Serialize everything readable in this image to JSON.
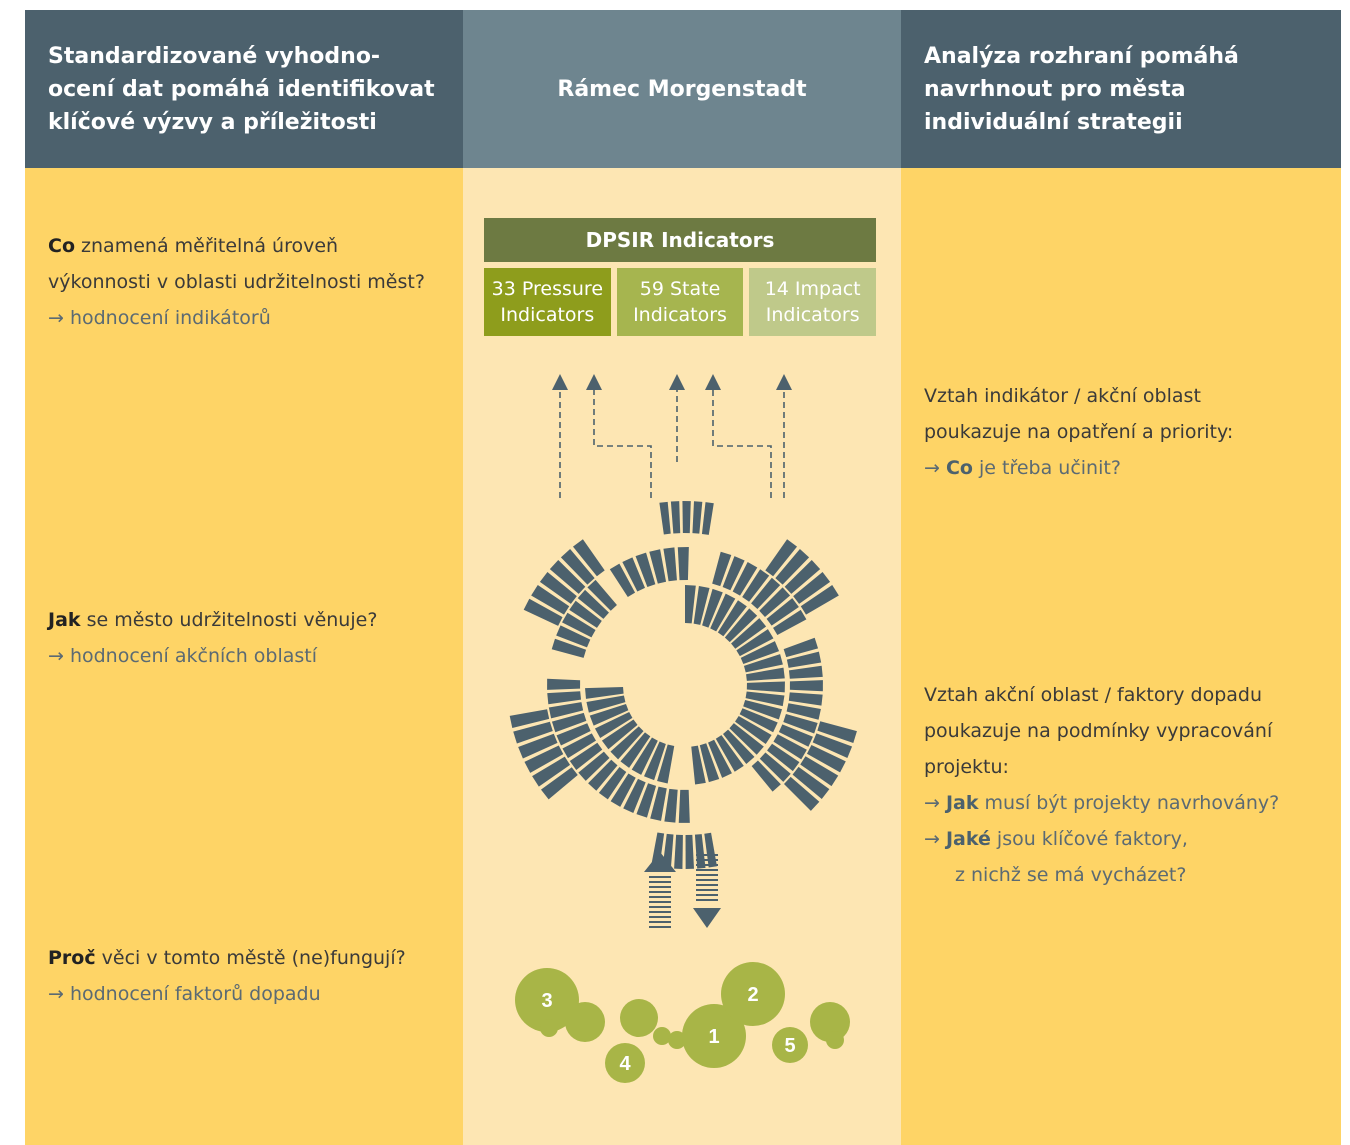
{
  "columns": {
    "left": {
      "header": "Standardizované vyhodno-\nocení dat pomáhá identifikovat\nklíčové výzvy a příležitosti",
      "blocks": [
        {
          "bold": "Co",
          "rest": " znamená měřitelná úroveň",
          "line2": "výkonnosti v oblasti udržitelnosti měst?",
          "link": "→ hodnocení indikátorů"
        },
        {
          "bold": "Jak",
          "rest": " se město udržitelnosti věnuje?",
          "link": "→ hodnocení akčních oblastí"
        },
        {
          "bold": "Proč",
          "rest": " věci v tomto městě (ne)fungují?",
          "link": "→ hodnocení faktorů dopadu"
        }
      ]
    },
    "middle": {
      "header": "Rámec Morgenstadt",
      "indicators": {
        "title": "DPSIR Indicators",
        "items": [
          {
            "label": "33 Pressure\nIndicators",
            "color": "#8e9d1c"
          },
          {
            "label": "59 State\nIndicators",
            "color": "#a6b54f"
          },
          {
            "label": "14 Impact\nIndicators",
            "color": "#bfc98a"
          }
        ]
      },
      "factors": [
        "1",
        "2",
        "3",
        "4",
        "5"
      ]
    },
    "right": {
      "header": "Analýza rozhraní pomáhá\nnavrhnout pro města\nindividuální strategii",
      "block1": {
        "line1": "Vztah indikátor / akční oblast",
        "line2": "poukazuje na opatření a priority:",
        "link_arrow": "→ ",
        "link_bold": "Co",
        "link_rest": " je třeba učinit?"
      },
      "block2": {
        "line1": "Vztah akční oblast / faktory dopadu",
        "line2": "poukazuje na podmínky vypracování",
        "line3": "projektu:",
        "q1_arrow": "→ ",
        "q1_bold": "Jak",
        "q1_rest": " musí být projekty navrhovány?",
        "q2_arrow": "→ ",
        "q2_bold": "Jaké",
        "q2_rest": " jsou klíčové faktory,",
        "q2_cont": "z nichž se má vycházet?"
      }
    }
  },
  "colors": {
    "slate": "#4c616d",
    "green": "#a8b547",
    "yellow": "#fed466",
    "cream": "#fde6b3"
  }
}
